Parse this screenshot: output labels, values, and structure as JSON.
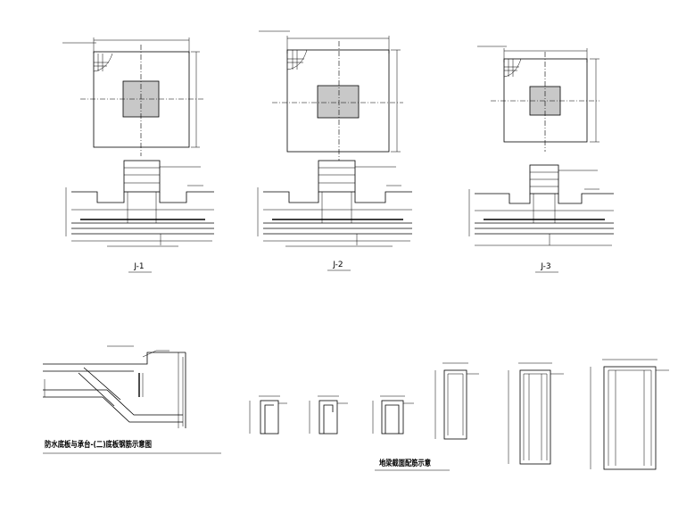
{
  "footings": [
    {
      "id": "j1",
      "label": "J-1"
    },
    {
      "id": "j2",
      "label": "J-2"
    },
    {
      "id": "j3",
      "label": "J-3"
    }
  ],
  "captions": {
    "left_detail": "防水底板与承台-(二)底板钢筋示意图",
    "beam_sections": "地梁截面配筋示意"
  }
}
